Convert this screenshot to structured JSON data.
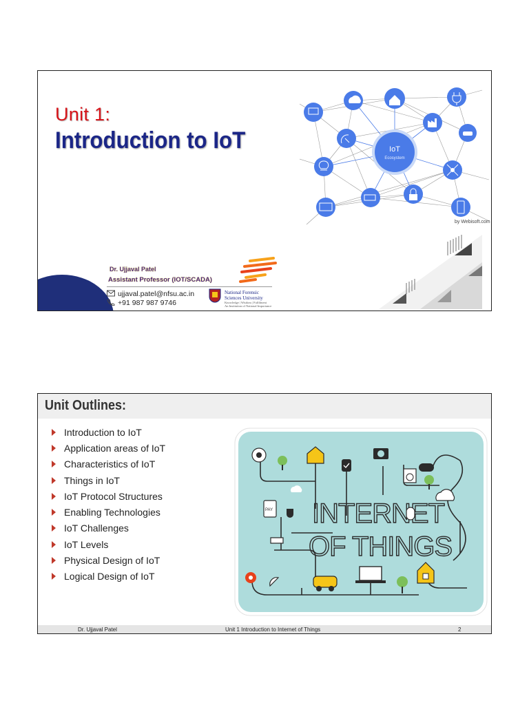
{
  "slide1": {
    "unit_label": "Unit 1:",
    "title": "Introduction to IoT",
    "diagram": {
      "hub_label": "IoT",
      "hub_sublabel": "Ecosystem",
      "credit": "by Webisoft.com"
    },
    "author": "Dr. Ujjaval Patel",
    "role": "Assistant Professor (IOT/SCADA)",
    "email": "ujjaval.patel@nfsu.ac.in",
    "phone": "+91 987 987 9746",
    "university": {
      "name_line1": "National Forensic",
      "name_line2": "Sciences University",
      "tagline": "Knowledge | Wisdom | Fulfilment",
      "subtitle": "An Institution of National Importance"
    },
    "colors": {
      "unit_red": "#d7141a",
      "title_navy": "#1b2687",
      "node_blue": "#4a7be8"
    }
  },
  "slide2": {
    "title": "Unit Outlines:",
    "outline_items": [
      "Introduction to IoT",
      "Application areas of IoT",
      "Characteristics of IoT",
      "Things in IoT",
      "IoT Protocol Structures",
      "Enabling Technologies",
      "IoT Challenges",
      "IoT Levels",
      "Physical Design of IoT",
      "Logical Design of IoT"
    ],
    "image_text": {
      "line1": "INTERNET",
      "line2": "OF THINGS"
    },
    "footer": {
      "author": "Dr. Ujjaval Patel",
      "unit": "Unit 1 Introduction to Internet of Things",
      "page": "2"
    },
    "colors": {
      "bullet_red": "#c0392b",
      "image_bg": "#aedcdc"
    }
  }
}
